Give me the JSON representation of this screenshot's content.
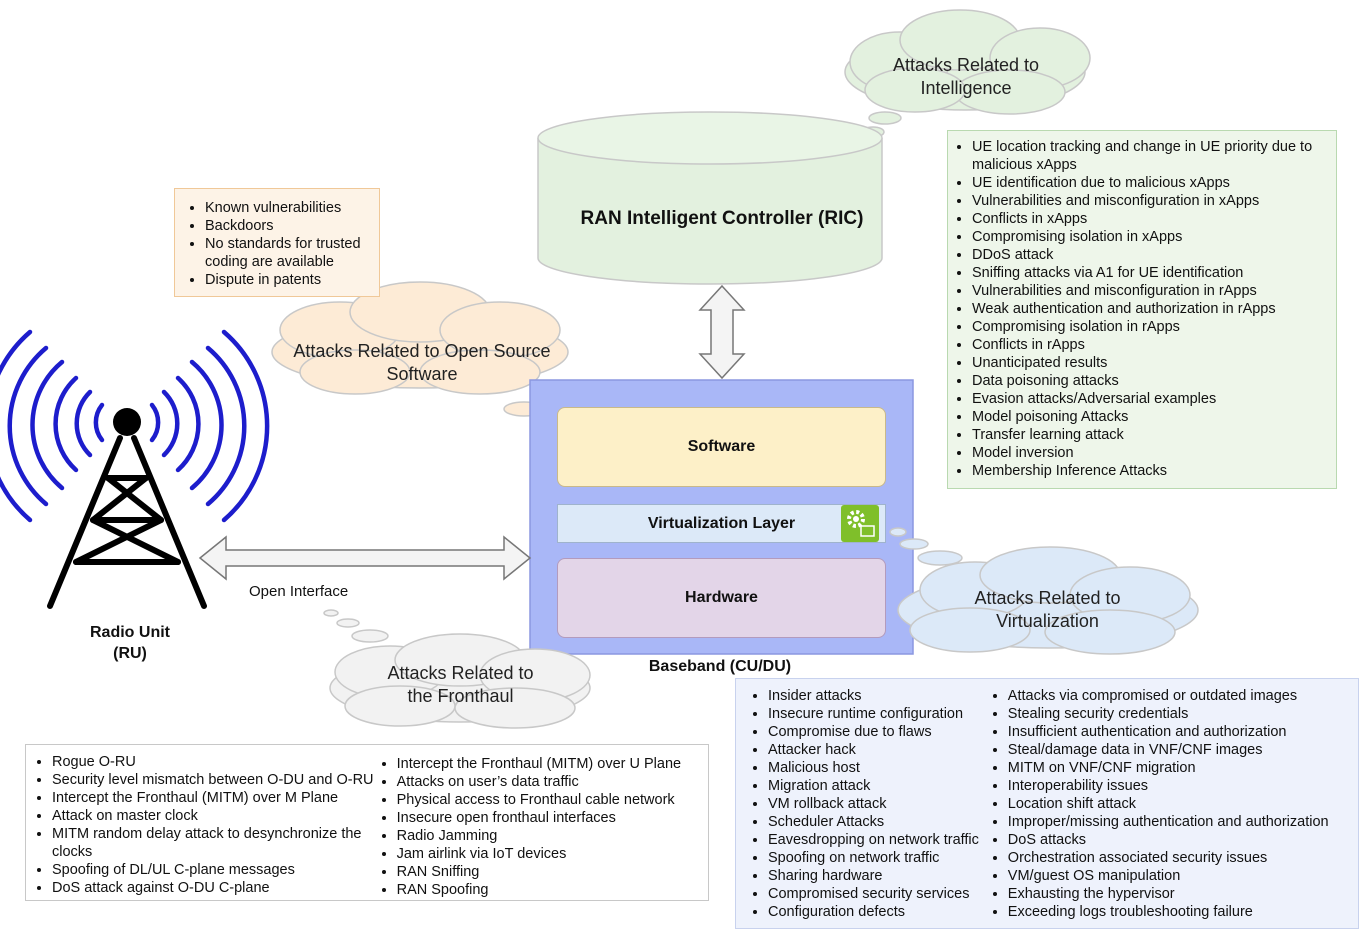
{
  "ric": {
    "title": "RAN Intelligent Controller (RIC)"
  },
  "clouds": {
    "intelligence": "Attacks Related to Intelligence",
    "open_source": "Attacks Related to Open Source Software",
    "fronthaul": "Attacks Related to the Fronthaul",
    "virtualization": "Attacks Related to Virtualization"
  },
  "baseband": {
    "title": "Baseband (CU/DU)",
    "software": "Software",
    "virtualization_layer": "Virtualization Layer",
    "hardware": "Hardware"
  },
  "radio_unit": {
    "line1": "Radio Unit",
    "line2": "(RU)"
  },
  "open_interface": "Open Interface",
  "open_source_list": [
    "Known vulnerabilities",
    "Backdoors",
    "No standards for trusted coding are available",
    "Dispute in patents"
  ],
  "intelligence_list": [
    "UE location tracking and change in UE priority due to malicious xApps",
    "UE identification due to malicious xApps",
    "Vulnerabilities and misconfiguration in xApps",
    "Conflicts in xApps",
    "Compromising isolation in xApps",
    "DDoS attack",
    "Sniffing attacks via A1 for UE identification",
    "Vulnerabilities and misconfiguration in rApps",
    "Weak authentication and authorization  in rApps",
    "Compromising isolation in rApps",
    "Conflicts in rApps",
    "Unanticipated results",
    "Data poisoning attacks",
    "Evasion attacks/Adversarial examples",
    "Model poisoning Attacks",
    "Transfer learning attack",
    "Model inversion",
    "Membership Inference Attacks"
  ],
  "fronthaul_list_left": [
    "Rogue O-RU",
    "Security level mismatch between O-DU and O-RU",
    "Intercept the Fronthaul (MITM) over M Plane",
    "Attack on master clock",
    "MITM random delay attack to desynchronize the clocks",
    "Spoofing of DL/UL C-plane messages",
    "DoS attack against O-DU C-plane"
  ],
  "fronthaul_list_right": [
    "Intercept the Fronthaul (MITM) over U Plane",
    "Attacks on user’s data traffic",
    "Physical access to Fronthaul cable network",
    "Insecure open fronthaul interfaces",
    "Radio Jamming",
    "Jam airlink via IoT devices",
    "RAN Sniffing",
    "RAN Spoofing"
  ],
  "virtualization_list_left": [
    "Insider attacks",
    "Insecure runtime configuration",
    "Compromise due to flaws",
    "Attacker hack",
    "Malicious host",
    "Migration attack",
    "VM rollback attack",
    "Scheduler Attacks",
    "Eavesdropping on network traffic",
    "Spoofing  on network traffic",
    "Sharing hardware",
    "Compromised security services",
    "Configuration defects"
  ],
  "virtualization_list_right": [
    "Attacks via compromised or outdated images",
    "Stealing security credentials",
    "Insufficient authentication and authorization",
    "Steal/damage data in VNF/CNF images",
    "MITM on VNF/CNF migration",
    "Interoperability issues",
    "Location shift attack",
    "Improper/missing authentication  and authorization",
    "DoS attacks",
    "Orchestration associated security issues",
    "VM/guest  OS manipulation",
    "Exhausting the hypervisor",
    "Exceeding logs troubleshooting failure"
  ],
  "colors": {
    "ric_fill": "#e3f1df",
    "baseband_fill": "#a9b7f7",
    "software_fill": "#fdf0c8",
    "virt_fill": "#dce9f8",
    "hardware_fill": "#e3d5e8",
    "open_source_box": "#fdf3e7",
    "intelligence_box": "#eef6ea",
    "virt_list_box": "#eef2fc",
    "antenna_wave": "#1d1dcc"
  },
  "icons": [
    "gear-settings-icon",
    "radio-tower-icon"
  ]
}
